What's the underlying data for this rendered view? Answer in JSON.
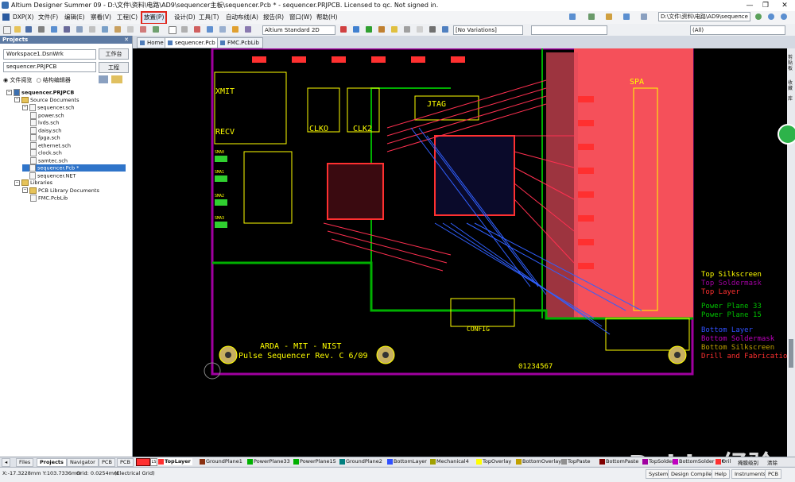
{
  "title": "Altium Designer Summer 09 - D:\\文件\\资料\\电路\\AD9\\sequencer主板\\sequencer.Pcb * - sequencer.PRJPCB. Licensed to qc. Not signed in.",
  "window_buttons": [
    "—",
    "❐",
    "✕"
  ],
  "menu": [
    "DXP(X)",
    "文件(F)",
    "编辑(E)",
    "察看(V)",
    "工程(C)",
    "放置(P)",
    "设计(D)",
    "工具(T)",
    "自动布线(A)",
    "报告(R)",
    "窗口(W)",
    "帮助(H)"
  ],
  "toolbar": {
    "path_combo": "D:\\文件\\资料\\电路\\AD9\\sequence",
    "view_combo": "Altium Standard 2D",
    "variation_combo": "[No Variations]",
    "filter_combo": "(All)"
  },
  "panel": {
    "title": "Projects",
    "workspace": "Workspace1.DsnWrk",
    "workspace_btn": "工作台",
    "project": "sequencer.PRJPCB",
    "project_btn": "工程",
    "radio_file_view": "文件阅览",
    "radio_struct": "结构编辑器",
    "tree": [
      {
        "label": "sequencer.PRJPCB",
        "level": 0,
        "kind": "project"
      },
      {
        "label": "Source Documents",
        "level": 1,
        "kind": "folder"
      },
      {
        "label": "sequencer.sch",
        "level": 2,
        "kind": "doc"
      },
      {
        "label": "power.sch",
        "level": 3,
        "kind": "doc"
      },
      {
        "label": "lvds.sch",
        "level": 3,
        "kind": "doc"
      },
      {
        "label": "daisy.sch",
        "level": 3,
        "kind": "doc"
      },
      {
        "label": "fpga.sch",
        "level": 3,
        "kind": "doc"
      },
      {
        "label": "ethernet.sch",
        "level": 3,
        "kind": "doc"
      },
      {
        "label": "clock.sch",
        "level": 3,
        "kind": "doc"
      },
      {
        "label": "samtec.sch",
        "level": 3,
        "kind": "doc"
      },
      {
        "label": "sequencer.Pcb *",
        "level": 2,
        "kind": "doc",
        "selected": true
      },
      {
        "label": "sequencer.NET",
        "level": 2,
        "kind": "doc"
      },
      {
        "label": "Libraries",
        "level": 1,
        "kind": "folder"
      },
      {
        "label": "PCB Library Documents",
        "level": 2,
        "kind": "folder"
      },
      {
        "label": "FMC.PcbLib",
        "level": 3,
        "kind": "doc"
      }
    ]
  },
  "doc_tabs": [
    "Home",
    "sequencer.Pcb *",
    "FMC.PcbLib"
  ],
  "pcb": {
    "silk_labels": [
      "XMIT",
      "RECV",
      "CLKO",
      "CLK2",
      "JTAG",
      "SPA",
      "ARDA - MIT - NIST",
      "Pulse Sequencer Rev. C 6/09",
      "CONFIG",
      "01234567",
      "SMA0",
      "SMA1",
      "SMA2",
      "SMA3"
    ],
    "layer_list": [
      {
        "name": "Top Silkscreen",
        "color": "#ffff00"
      },
      {
        "name": "Top Soldermask",
        "color": "#a000a0"
      },
      {
        "name": "Top Layer",
        "color": "#ff3030"
      },
      {
        "name": "Power Plane 33",
        "color": "#00c000"
      },
      {
        "name": "Power Plane 15",
        "color": "#00c000"
      },
      {
        "name": "Bottom Layer",
        "color": "#3050ff"
      },
      {
        "name": "Bottom Soldermask",
        "color": "#c000c0"
      },
      {
        "name": "Bottom Silkscreen",
        "color": "#c0a000"
      },
      {
        "name": "Drill and Fabrication",
        "color": "#ff3030"
      }
    ]
  },
  "panel_tabs": [
    "Files",
    "Projects",
    "Navigator",
    "PCB",
    "PCB I"
  ],
  "layer_tabs": [
    {
      "name": "TopLayer",
      "color": "#ff3030"
    },
    {
      "name": "GroundPlane1",
      "color": "#8a3010"
    },
    {
      "name": "PowerPlane33",
      "color": "#00b000"
    },
    {
      "name": "PowerPlane15",
      "color": "#00b000"
    },
    {
      "name": "GroundPlane2",
      "color": "#008080"
    },
    {
      "name": "BottomLayer",
      "color": "#3050ff"
    },
    {
      "name": "Mechanical4",
      "color": "#a0a000"
    },
    {
      "name": "TopOverlay",
      "color": "#ffff00"
    },
    {
      "name": "BottomOverlay",
      "color": "#c0a000"
    },
    {
      "name": "TopPaste",
      "color": "#909090"
    },
    {
      "name": "BottomPaste",
      "color": "#800000"
    },
    {
      "name": "TopSolder",
      "color": "#a000a0"
    },
    {
      "name": "BottomSolder",
      "color": "#c000c0"
    },
    {
      "name": "Dril",
      "color": "#ff3030"
    }
  ],
  "layer_extra": "掩膜级别",
  "layer_extra2": "清除",
  "status": {
    "coords": "X:-17.3228mm Y:103.7336mm",
    "grid": "Grid: 0.0254mm",
    "grid_mode": "(Electrical Grid)",
    "buttons": [
      "System",
      "Design Compiler",
      "Help",
      "Instruments",
      "PCB"
    ]
  },
  "watermark": "Baidu 经验",
  "side_strip": [
    "剪贴板",
    "收藏",
    "库"
  ],
  "accent_highlight": "#e0261c"
}
